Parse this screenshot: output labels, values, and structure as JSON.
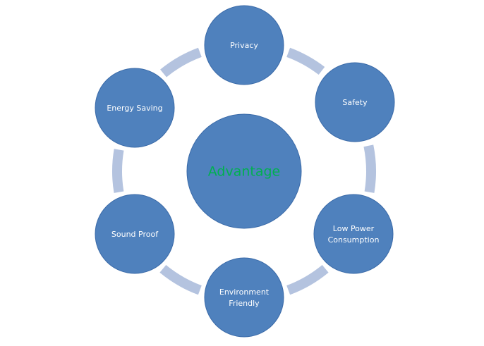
{
  "diagram": {
    "center": {
      "label": "Advantage"
    },
    "nodes": [
      {
        "lines": [
          "Privacy"
        ]
      },
      {
        "lines": [
          "Safety"
        ]
      },
      {
        "lines": [
          "Low Power",
          "Consumption"
        ]
      },
      {
        "lines": [
          "Environment",
          "Friendly"
        ]
      },
      {
        "lines": [
          "Sound Proof"
        ]
      },
      {
        "lines": [
          "Energy Saving"
        ]
      }
    ],
    "colors": {
      "node_fill": "#4f81bd",
      "node_stroke": "#3a6aa8",
      "ring": "#b4c3df",
      "center_text": "#00b050",
      "node_text": "#ffffff"
    }
  }
}
